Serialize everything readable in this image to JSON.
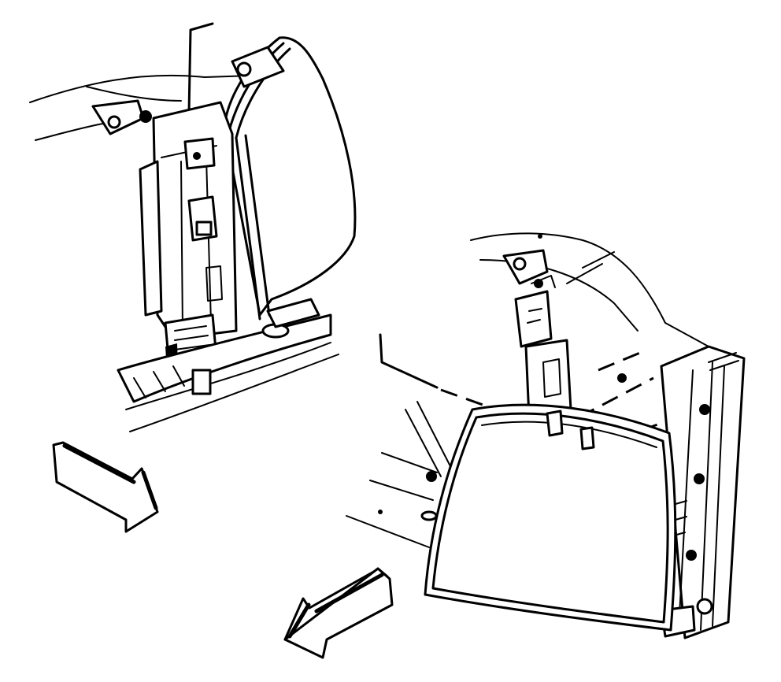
{
  "diagram": {
    "kind": "exploded-view line drawing",
    "stroke_color": "#000000",
    "background_color": "#ffffff",
    "parts": [
      {
        "id": "left-assembly",
        "icon": "headlamp-housing-icon"
      },
      {
        "id": "right-assembly",
        "icon": "lamp-lens-icon"
      },
      {
        "id": "arrow-left",
        "icon": "direction-arrow-icon"
      },
      {
        "id": "arrow-bottom",
        "icon": "direction-arrow-icon"
      }
    ]
  }
}
